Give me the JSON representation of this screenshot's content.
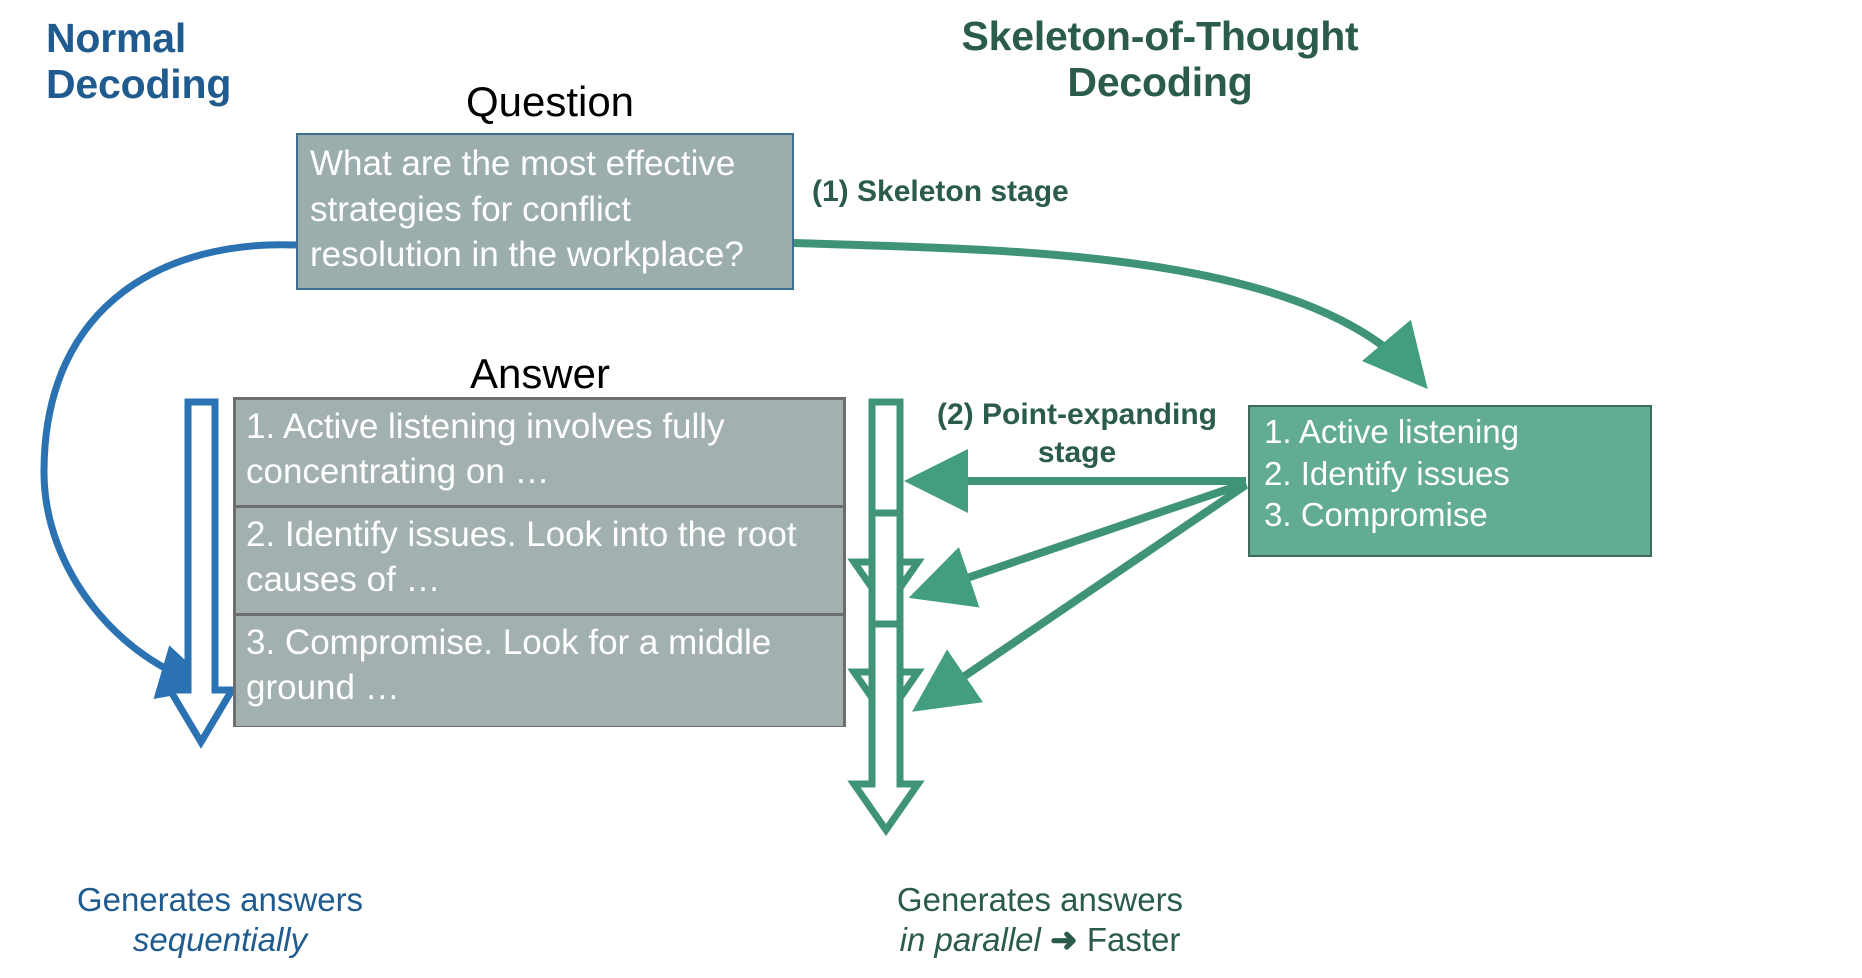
{
  "titles": {
    "left": "Normal\nDecoding",
    "right": "Skeleton-of-Thought\nDecoding"
  },
  "labels": {
    "question": "Question",
    "answer": "Answer"
  },
  "question": {
    "text": "What are the most effective strategies for conflict resolution in the workplace?"
  },
  "answer": {
    "rows": [
      {
        "text": "1. Active listening involves fully concentrating on …"
      },
      {
        "text": "2. Identify issues. Look into the root causes of …"
      },
      {
        "text": "3. Compromise. Look for a middle ground …"
      }
    ]
  },
  "skeleton": {
    "items": "1. Active listening\n2. Identify issues\n3. Compromise"
  },
  "stages": {
    "skeleton_stage": "(1) Skeleton stage",
    "point_expanding_stage": "(2) Point-expanding stage"
  },
  "captions": {
    "left_line1": "Generates answers",
    "left_line2": "sequentially",
    "right_line1": "Generates answers",
    "right_line2": "in parallel",
    "right_arrow": "➜",
    "right_line2_tail": "Faster"
  },
  "colors": {
    "normal_blue": "#1f5b8e",
    "sot_green": "#2b5c4a",
    "arrow_green": "#429e7e",
    "question_fill": "#9cadad",
    "question_border": "#3e6f93",
    "answer_fill": "#a3b0b0",
    "answer_border": "#6e6e6e",
    "skeleton_fill": "#62ab95",
    "skeleton_border": "#3f6b59",
    "text_white": "#ffffff",
    "text_black": "#000000"
  }
}
